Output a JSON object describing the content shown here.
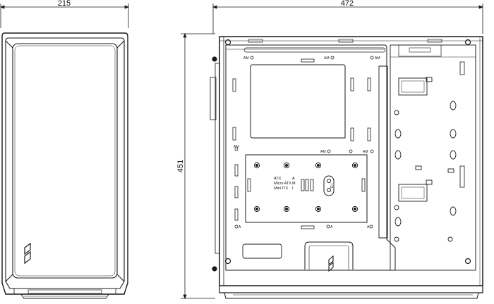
{
  "dimensions": {
    "width_front": "215",
    "depth_side": "472",
    "height": "451"
  },
  "standoff_labels": {
    "am": "AM",
    "a": "A"
  },
  "form_factor_table": {
    "rows": [
      {
        "name": "ATX",
        "code": "A"
      },
      {
        "name": "Micro ATX",
        "code": "M"
      },
      {
        "name": "Mini ITX",
        "code": "I"
      }
    ]
  },
  "grommet_label": "I O",
  "colors": {
    "line": "#1a1a1a",
    "background": "#ffffff"
  }
}
